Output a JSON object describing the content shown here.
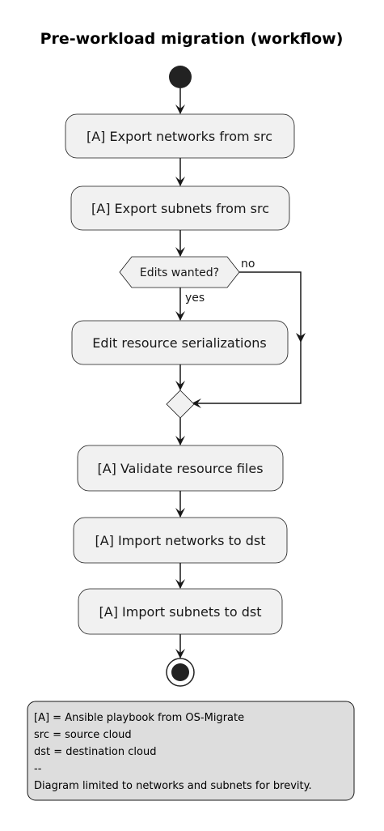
{
  "diagram": {
    "title": "Pre-workload migration (workflow)",
    "steps": [
      "[A] Export networks from src",
      "[A] Export subnets from src",
      "Edit resource serializations",
      "[A] Validate resource files",
      "[A] Import networks to dst",
      "[A] Import subnets to dst"
    ],
    "decision": {
      "question": "Edits wanted?",
      "yes_label": "yes",
      "no_label": "no"
    },
    "legend": {
      "lines": [
        "[A] = Ansible playbook from OS-Migrate",
        "src = source cloud",
        "dst = destination cloud",
        "--",
        "Diagram limited to networks and subnets for brevity."
      ]
    },
    "colors": {
      "node_fill": "#f1f1f1",
      "node_stroke": "#181818",
      "legend_fill": "#dddddd",
      "start_end": "#222222"
    }
  }
}
